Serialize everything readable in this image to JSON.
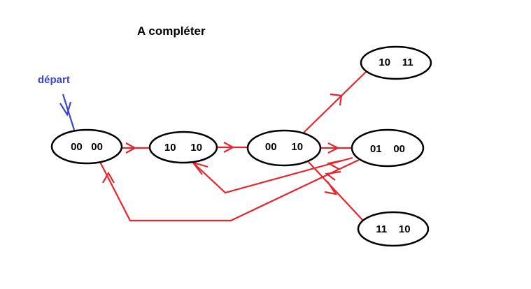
{
  "title": "A compléter",
  "start_label": "départ",
  "colors": {
    "edge": "#e8252c",
    "start": "#3a47c8",
    "node_stroke": "#000000"
  },
  "nodes": [
    {
      "id": "n1",
      "label": "00   00"
    },
    {
      "id": "n2",
      "label": "10     10"
    },
    {
      "id": "n3",
      "label": "00     10"
    },
    {
      "id": "n4",
      "label": "10    11"
    },
    {
      "id": "n5",
      "label": "01    00"
    },
    {
      "id": "n6",
      "label": "11    10"
    }
  ],
  "edges": [
    {
      "from": "n1",
      "to": "n2"
    },
    {
      "from": "n2",
      "to": "n3"
    },
    {
      "from": "n3",
      "to": "n4"
    },
    {
      "from": "n3",
      "to": "n5"
    },
    {
      "from": "n3",
      "to": "n6"
    },
    {
      "from": "n5",
      "to": "n2"
    },
    {
      "from": "n5",
      "to": "n1"
    }
  ]
}
